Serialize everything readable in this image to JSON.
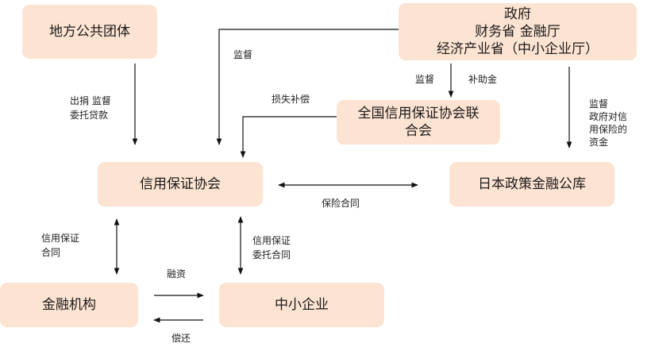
{
  "nodes": {
    "local_public": "地方公共团体",
    "gov_line1": "政府",
    "gov_line2": "财务省 金融厅",
    "gov_line3": "经济产业省（中小企业厅）",
    "national_fed_line1": "全国信用保证协会联",
    "national_fed_line2": "合会",
    "credit_assoc": "信用保证协会",
    "jfc": "日本政策金融公库",
    "financial_inst": "金融机构",
    "sme": "中小企业"
  },
  "edges": {
    "local_to_assoc_1": "出捐 监督",
    "local_to_assoc_2": "委托贷款",
    "gov_supervise_left": "监督",
    "gov_supervise_fed": "监督",
    "gov_subsidy_fed": "补助金",
    "loss_comp": "损失补偿",
    "gov_to_jfc_1": "监督",
    "gov_to_jfc_2": "政府对信",
    "gov_to_jfc_3": "用保险的",
    "gov_to_jfc_4": "资金",
    "insurance_contract": "保险合同",
    "assoc_bank_1": "信用保证",
    "assoc_bank_2": "合同",
    "assoc_sme_1": "信用保证",
    "assoc_sme_2": "委托合同",
    "financing": "融资",
    "repayment": "偿还"
  }
}
